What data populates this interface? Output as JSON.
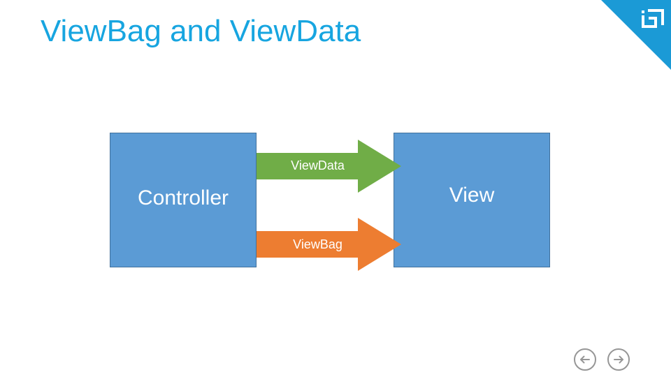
{
  "slide": {
    "title": "ViewBag and ViewData",
    "title_color": "#17a5e0",
    "background_color": "#ffffff"
  },
  "corner": {
    "ribbon_color": "#1b9ad6",
    "logo_icon": "square-spiral-logo-icon"
  },
  "diagram": {
    "type": "flow",
    "node_fill_color": "#5b9bd5",
    "node_border_color": "#41719c",
    "nodes": [
      {
        "id": "controller",
        "label": "Controller"
      },
      {
        "id": "view",
        "label": "View"
      }
    ],
    "arrows": [
      {
        "id": "viewdata",
        "label": "ViewData",
        "color": "#70ad47",
        "from": "Controller",
        "to": "View",
        "direction": "right"
      },
      {
        "id": "viewbag",
        "label": "ViewBag",
        "color": "#ed7d31",
        "from": "Controller",
        "to": "View",
        "direction": "right"
      }
    ]
  },
  "navigation": {
    "previous_label": "Previous slide",
    "next_label": "Next slide",
    "previous_icon": "arrow-left-circle-icon",
    "next_icon": "arrow-right-circle-icon",
    "color": "#969696"
  }
}
